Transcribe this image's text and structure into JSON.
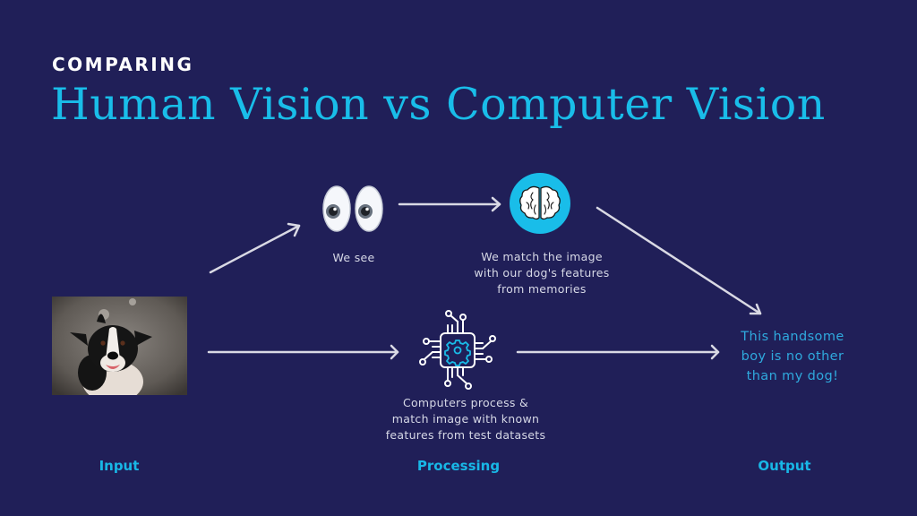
{
  "header": {
    "eyebrow": "COMPARING",
    "title": "Human Vision vs Computer Vision"
  },
  "colors": {
    "background": "#201f58",
    "accent": "#19bde9",
    "arrow": "#d9d9e4",
    "text_light": "#d6d8e6"
  },
  "nodes": {
    "input_image": {
      "icon": "dog-photo",
      "alt": "Border collie dog looking up"
    },
    "human_see": {
      "icon": "eyes-icon",
      "caption": "We see"
    },
    "human_match": {
      "icon": "brain-icon",
      "caption_lines": [
        "We match the image",
        "with our dog's features",
        "from memories"
      ]
    },
    "computer_process": {
      "icon": "cpu-chip-gear-icon",
      "caption_lines": [
        "Computers process &",
        "match image with known",
        "features from test datasets"
      ]
    },
    "output": {
      "lines": [
        "This handsome",
        "boy is no other",
        "than my dog!"
      ]
    }
  },
  "stages": {
    "input": "Input",
    "processing": "Processing",
    "output": "Output"
  }
}
